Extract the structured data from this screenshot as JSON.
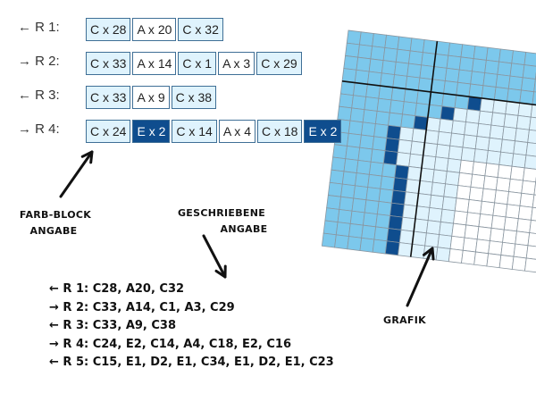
{
  "chart_rows": [
    {
      "label": "← R 1:",
      "blocks": [
        {
          "color": "C",
          "text": "C x 28"
        },
        {
          "color": "A",
          "text": "A x 20"
        },
        {
          "color": "C",
          "text": "C x 32"
        }
      ]
    },
    {
      "label": "→ R 2:",
      "blocks": [
        {
          "color": "C",
          "text": "C x 33"
        },
        {
          "color": "A",
          "text": "A x 14"
        },
        {
          "color": "C",
          "text": "C x 1"
        },
        {
          "color": "A",
          "text": "A x 3"
        },
        {
          "color": "C",
          "text": "C x 29"
        }
      ]
    },
    {
      "label": "← R 3:",
      "blocks": [
        {
          "color": "C",
          "text": "C x 33"
        },
        {
          "color": "A",
          "text": "A x 9"
        },
        {
          "color": "C",
          "text": "C x 38"
        }
      ]
    },
    {
      "label": "→ R 4:",
      "blocks": [
        {
          "color": "C",
          "text": "C x 24"
        },
        {
          "color": "E",
          "text": "E x 2"
        },
        {
          "color": "C",
          "text": "C x 14"
        },
        {
          "color": "A",
          "text": "A x 4"
        },
        {
          "color": "C",
          "text": "C x 18"
        },
        {
          "color": "E",
          "text": "E x 2"
        }
      ]
    }
  ],
  "annotations": {
    "farb_block_line1": "FARB-BLOCK",
    "farb_block_line2": "ANGABE",
    "geschriebene_line1": "GESCHRIEBENE",
    "geschriebene_line2": "ANGABE",
    "grafik": "GRAFIK"
  },
  "written_rows": [
    "← R 1: C28, A20, C32",
    "→ R 2: C33, A14, C1, A3, C29",
    "← R 3: C33, A9, C38",
    "→ R 4: C24, E2, C14, A4, C18, E2, C16",
    "← R 5: C15, E1, D2, E1, C34, E1, D2, E1, C23"
  ],
  "colors": {
    "C": "#dff3fd",
    "A": "#ffffff",
    "D": "#7cc8ec",
    "E": "#0f4d8e",
    "block_border": "#3f6f96",
    "grid_line": "#8a96a0"
  }
}
